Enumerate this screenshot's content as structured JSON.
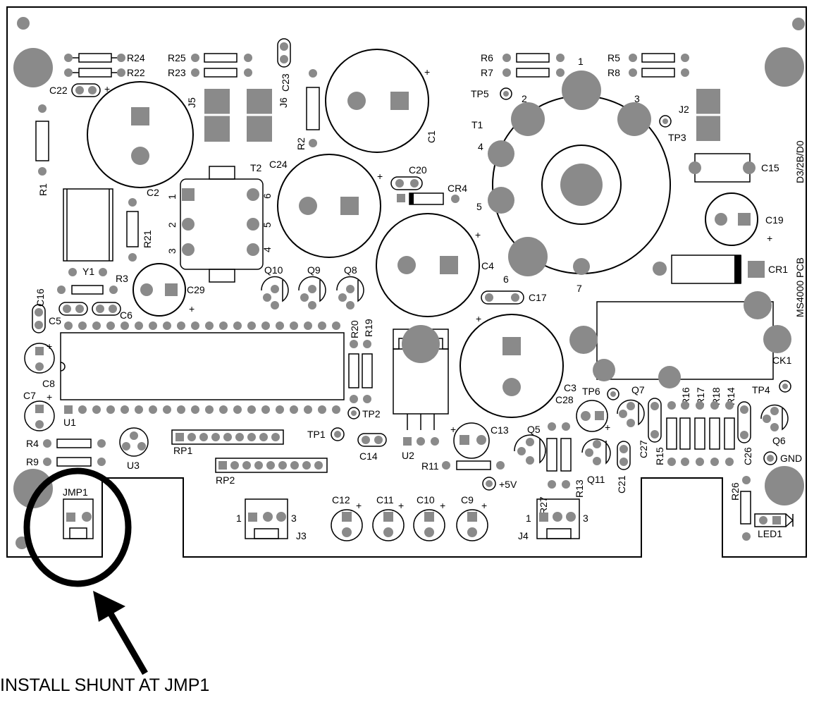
{
  "caption": "INSTALL SHUNT AT JMP1",
  "board_side_label": "MS4000 PCB",
  "board_date_label": "D3/2B/D0",
  "polarity_mark": "+",
  "labels": {
    "R24": "R24",
    "R22": "R22",
    "R25": "R25",
    "R23": "R23",
    "C23": "C23",
    "R6": "R6",
    "R7": "R7",
    "R5": "R5",
    "R8": "R8",
    "C22": "C22",
    "J5": "J5",
    "J6": "J6",
    "R2": "R2",
    "C1": "C1",
    "TP5": "TP5",
    "T1": "T1",
    "J2": "J2",
    "TP3": "TP3",
    "R1": "R1",
    "C2": "C2",
    "T2": "T2",
    "C24": "C24",
    "C20": "C20",
    "CR4": "CR4",
    "C15": "C15",
    "C19": "C19",
    "R21": "R21",
    "Y1": "Y1",
    "R3": "R3",
    "C29": "C29",
    "Q10": "Q10",
    "Q9": "Q9",
    "Q8": "Q8",
    "C4": "C4",
    "CR1": "CR1",
    "C16": "C16",
    "C5": "C5",
    "C6": "C6",
    "C17": "C17",
    "R20": "R20",
    "R19": "R19",
    "CK1": "CK1",
    "C8": "C8",
    "C7": "C7",
    "U1": "U1",
    "TP2": "TP2",
    "C3": "C3",
    "C28": "C28",
    "TP6": "TP6",
    "Q7": "Q7",
    "R16": "R16",
    "R17": "R17",
    "R18": "R18",
    "R14": "R14",
    "TP4": "TP4",
    "TP1": "TP1",
    "C13": "C13",
    "Q5": "Q5",
    "C27": "C27",
    "R15": "R15",
    "C26": "C26",
    "Q6": "Q6",
    "R4": "R4",
    "RP1": "RP1",
    "C14": "C14",
    "U2": "U2",
    "R11": "R11",
    "Q11": "Q11",
    "C21": "C21",
    "GND": "GND",
    "R9": "R9",
    "U3": "U3",
    "RP2": "RP2",
    "PLUS5V": "+5V",
    "R27": "R27",
    "R13": "R13",
    "R26": "R26",
    "JMP1": "JMP1",
    "C12": "C12",
    "C11": "C11",
    "C10": "C10",
    "C9": "C9",
    "J3": "J3",
    "J4": "J4",
    "LED1": "LED1"
  },
  "pin_numbers": {
    "t1_1": "1",
    "t1_2": "2",
    "t1_3": "3",
    "t1_4": "4",
    "t1_5": "5",
    "t1_6": "6",
    "t1_7": "7",
    "t2_1": "1",
    "t2_2": "2",
    "t2_3": "3",
    "t2_4": "4",
    "t2_5": "5",
    "t2_6": "6",
    "j3_1": "1",
    "j3_3": "3",
    "j4_1": "1",
    "j4_3": "3"
  },
  "colors": {
    "pad": "#8a8a8a",
    "outline": "#000000",
    "background": "#ffffff"
  }
}
